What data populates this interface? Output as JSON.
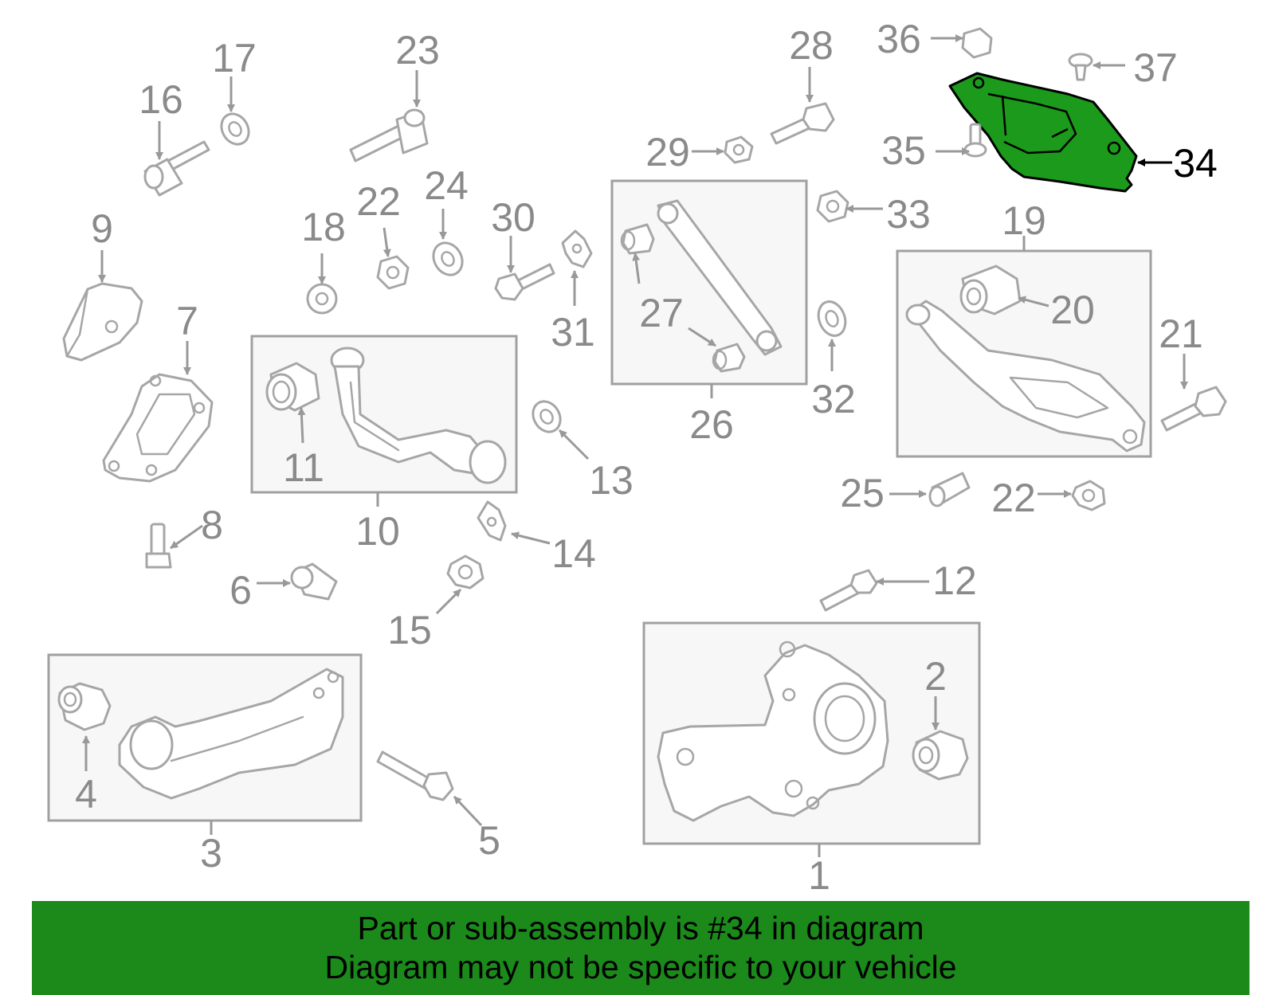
{
  "diagram": {
    "highlight_color": "#1b9a1b",
    "banner_color": "#1b8a1b",
    "labels": {
      "l1": "1",
      "l2": "2",
      "l3": "3",
      "l4": "4",
      "l5": "5",
      "l6": "6",
      "l7": "7",
      "l8": "8",
      "l9": "9",
      "l10": "10",
      "l11": "11",
      "l12": "12",
      "l13": "13",
      "l14": "14",
      "l15": "15",
      "l16": "16",
      "l17": "17",
      "l18": "18",
      "l19": "19",
      "l20": "20",
      "l21": "21",
      "l22a": "22",
      "l22b": "22",
      "l23": "23",
      "l24": "24",
      "l25": "25",
      "l26": "26",
      "l27": "27",
      "l28": "28",
      "l29": "29",
      "l30": "30",
      "l31": "31",
      "l32": "32",
      "l33": "33",
      "l34": "34",
      "l35": "35",
      "l36": "36",
      "l37": "37"
    }
  },
  "banner": {
    "line1": "Part or sub-assembly is #34 in diagram",
    "line2": "Diagram may not be specific to your vehicle"
  }
}
